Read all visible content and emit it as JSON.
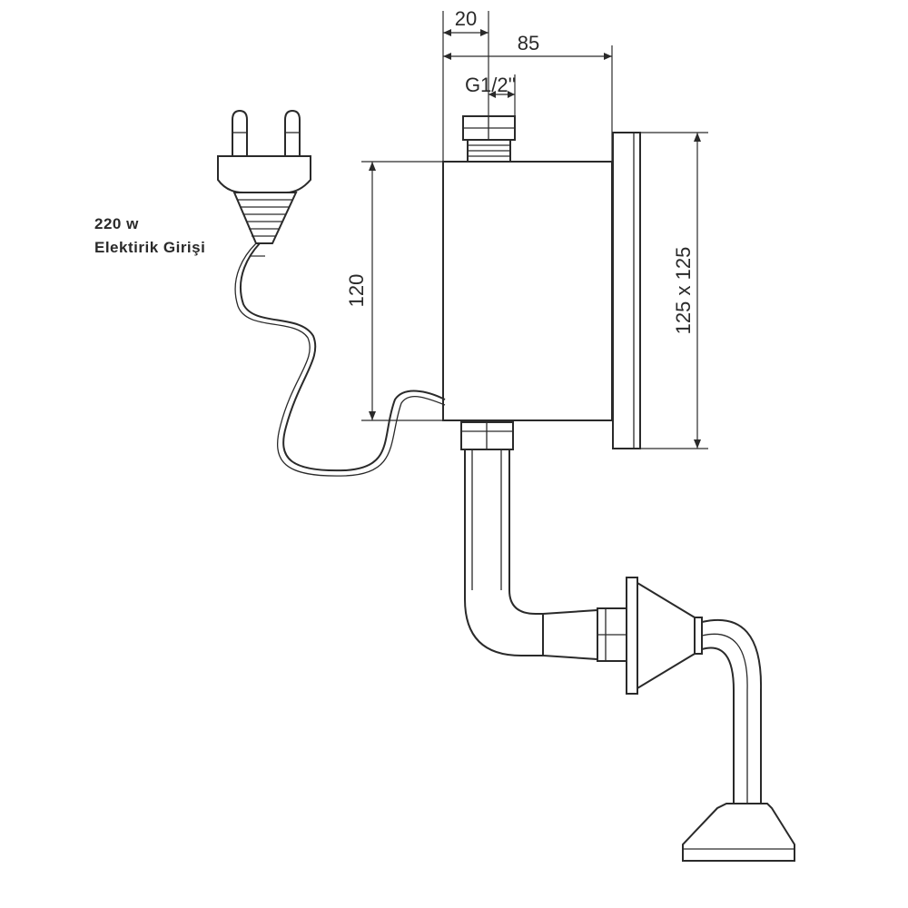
{
  "dimensions": {
    "thread_width": "20",
    "depth": "85",
    "thread_size": "G1/2''",
    "height": "120",
    "plate_size": "125 x 125"
  },
  "annotations": {
    "power_line1": "220 w",
    "power_line2": "Elektirik Girişi"
  },
  "colors": {
    "line": "#2a2a2a",
    "background": "#ffffff"
  }
}
